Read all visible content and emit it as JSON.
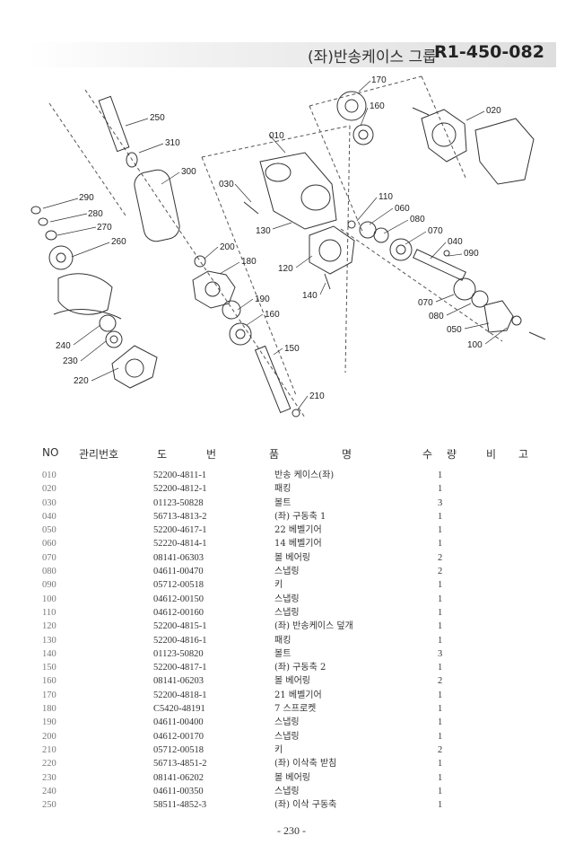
{
  "header": {
    "title_kr": "(좌)반송케이스 그룹",
    "code": "R1-450-082"
  },
  "callouts": {
    "c170": "170",
    "c160a": "160",
    "c020": "020",
    "c250": "250",
    "c310": "310",
    "c010": "010",
    "c300": "300",
    "c030": "030",
    "c110": "110",
    "c060": "060",
    "c080a": "080",
    "c070a": "070",
    "c040": "040",
    "c090": "090",
    "c290": "290",
    "c280": "280",
    "c270": "270",
    "c130": "130",
    "c260": "260",
    "c200": "200",
    "c180": "180",
    "c120": "120",
    "c140": "140",
    "c070b": "070",
    "c080b": "080",
    "c050": "050",
    "c100": "100",
    "c190": "190",
    "c160b": "160",
    "c240": "240",
    "c230": "230",
    "c150": "150",
    "c220": "220",
    "c210": "210"
  },
  "table": {
    "headers": {
      "no": "NO",
      "mgmt": "관리번호",
      "part_a": "도",
      "part_b": "번",
      "name_a": "품",
      "name_b": "명",
      "qty_a": "수",
      "qty_b": "량",
      "remark_a": "비",
      "remark_b": "고"
    },
    "rows": [
      {
        "no": "010",
        "part": "52200-4811-1",
        "name": "반송 케이스(좌)",
        "qty": "1"
      },
      {
        "no": "020",
        "part": "52200-4812-1",
        "name": "패킹",
        "qty": "1"
      },
      {
        "no": "030",
        "part": "01123-50828",
        "name": "볼트",
        "qty": "3"
      },
      {
        "no": "040",
        "part": "56713-4813-2",
        "name": "(좌) 구동축 1",
        "qty": "1"
      },
      {
        "no": "050",
        "part": "52200-4617-1",
        "name": "22 베벨기어",
        "qty": "1"
      },
      {
        "no": "060",
        "part": "52220-4814-1",
        "name": "14 베벨기어",
        "qty": "1"
      },
      {
        "no": "070",
        "part": "08141-06303",
        "name": "볼 베어링",
        "qty": "2"
      },
      {
        "no": "080",
        "part": "04611-00470",
        "name": "스냅링",
        "qty": "2"
      },
      {
        "no": "090",
        "part": "05712-00518",
        "name": "키",
        "qty": "1"
      },
      {
        "no": "100",
        "part": "04612-00150",
        "name": "스냅링",
        "qty": "1"
      },
      {
        "no": "110",
        "part": "04612-00160",
        "name": "스냅링",
        "qty": "1"
      },
      {
        "no": "120",
        "part": "52200-4815-1",
        "name": "(좌) 반송케이스 덮개",
        "qty": "1"
      },
      {
        "no": "130",
        "part": "52200-4816-1",
        "name": "패킹",
        "qty": "1"
      },
      {
        "no": "140",
        "part": "01123-50820",
        "name": "볼트",
        "qty": "3"
      },
      {
        "no": "150",
        "part": "52200-4817-1",
        "name": "(좌) 구동축 2",
        "qty": "1"
      },
      {
        "no": "160",
        "part": "08141-06203",
        "name": "볼 베어링",
        "qty": "2"
      },
      {
        "no": "170",
        "part": "52200-4818-1",
        "name": "21 베벨기어",
        "qty": "1"
      },
      {
        "no": "180",
        "part": "C5420-48191",
        "name": "7 스프로켓",
        "qty": "1"
      },
      {
        "no": "190",
        "part": "04611-00400",
        "name": "스냅링",
        "qty": "1"
      },
      {
        "no": "200",
        "part": "04612-00170",
        "name": "스냅링",
        "qty": "1"
      },
      {
        "no": "210",
        "part": "05712-00518",
        "name": "키",
        "qty": "2"
      },
      {
        "no": "220",
        "part": "56713-4851-2",
        "name": "(좌) 이삭축 받침",
        "qty": "1"
      },
      {
        "no": "230",
        "part": "08141-06202",
        "name": "볼 베어링",
        "qty": "1"
      },
      {
        "no": "240",
        "part": "04611-00350",
        "name": "스냅링",
        "qty": "1"
      },
      {
        "no": "250",
        "part": "58511-4852-3",
        "name": "(좌) 이삭 구동축",
        "qty": "1"
      }
    ]
  },
  "page_number": "- 230 -"
}
